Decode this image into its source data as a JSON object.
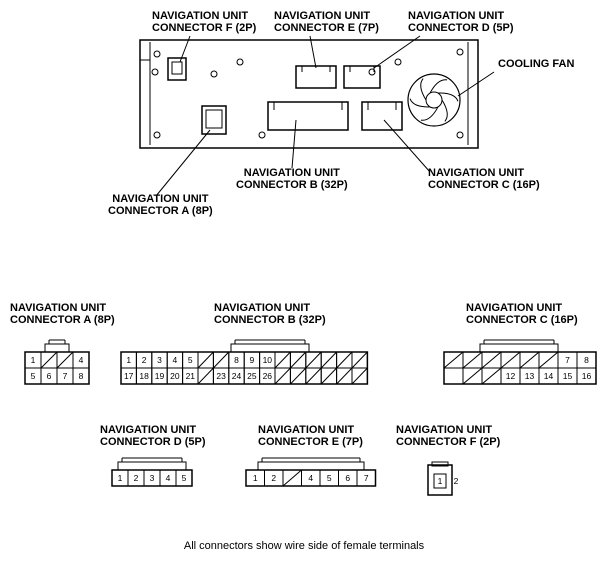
{
  "top_labels": {
    "conn_f": [
      "NAVIGATION UNIT",
      "CONNECTOR F (2P)"
    ],
    "conn_e": [
      "NAVIGATION UNIT",
      "CONNECTOR E (7P)"
    ],
    "conn_d": [
      "NAVIGATION UNIT",
      "CONNECTOR D (5P)"
    ],
    "cooling_fan": "COOLING FAN",
    "conn_b": [
      "NAVIGATION UNIT",
      "CONNECTOR B (32P)"
    ],
    "conn_c": [
      "NAVIGATION UNIT",
      "CONNECTOR C (16P)"
    ],
    "conn_a": [
      "NAVIGATION UNIT",
      "CONNECTOR A (8P)"
    ]
  },
  "connector_labels": {
    "a": [
      "NAVIGATION UNIT",
      "CONNECTOR A (8P)"
    ],
    "b": [
      "NAVIGATION UNIT",
      "CONNECTOR B (32P)"
    ],
    "c": [
      "NAVIGATION UNIT",
      "CONNECTOR C (16P)"
    ],
    "d": [
      "NAVIGATION UNIT",
      "CONNECTOR D (5P)"
    ],
    "e": [
      "NAVIGATION UNIT",
      "CONNECTOR E (7P)"
    ],
    "f": [
      "NAVIGATION UNIT",
      "CONNECTOR F (2P)"
    ]
  },
  "connectors": {
    "a": {
      "top": [
        "1",
        "",
        "",
        "4"
      ],
      "bottom": [
        "5",
        "6",
        "7",
        "8"
      ]
    },
    "b": {
      "top": [
        "1",
        "2",
        "3",
        "4",
        "5",
        "",
        "",
        "8",
        "9",
        "10",
        "",
        "",
        "",
        "",
        "",
        ""
      ],
      "bottom": [
        "17",
        "18",
        "19",
        "20",
        "21",
        "",
        "23",
        "24",
        "25",
        "26",
        "",
        "",
        "",
        "",
        "",
        ""
      ]
    },
    "c": {
      "top": [
        "",
        "",
        "",
        "",
        "",
        "",
        "7",
        "8"
      ],
      "bottom": [
        "",
        "",
        "12",
        "13",
        "14",
        "15",
        "16"
      ]
    },
    "d": {
      "cells": [
        "1",
        "2",
        "3",
        "4",
        "5"
      ]
    },
    "e": {
      "cells": [
        "1",
        "2",
        "",
        "4",
        "5",
        "6",
        "7"
      ]
    },
    "f": {
      "cells": [
        "1",
        "2"
      ]
    }
  },
  "footer": "All connectors show wire side of female terminals"
}
